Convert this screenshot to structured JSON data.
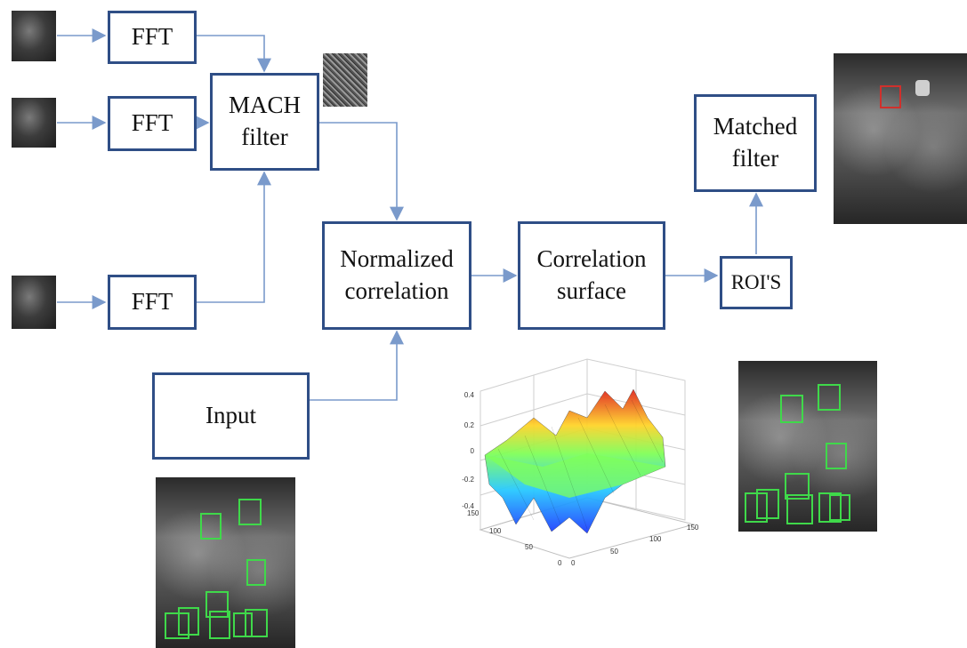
{
  "boxes": {
    "fft1": "FFT",
    "fft2": "FFT",
    "fft3": "FFT",
    "mach": "MACH\nfilter",
    "normalized": "Normalized\ncorrelation",
    "corr_surface": "Correlation\nsurface",
    "rois": "ROI'S",
    "matched": "Matched\nfilter",
    "input": "Input"
  },
  "surface_plot": {
    "z_ticks": [
      "0.4",
      "0.2",
      "0",
      "-0.2",
      "-0.4"
    ],
    "x_ticks": [
      "0",
      "50",
      "100",
      "150"
    ],
    "y_ticks": [
      "0",
      "50",
      "100",
      "150"
    ]
  },
  "colors": {
    "box_border": "#2f4e86",
    "arrow": "#7a9acb",
    "roi_red": "#d0302c",
    "roi_green": "#3fd94a"
  }
}
